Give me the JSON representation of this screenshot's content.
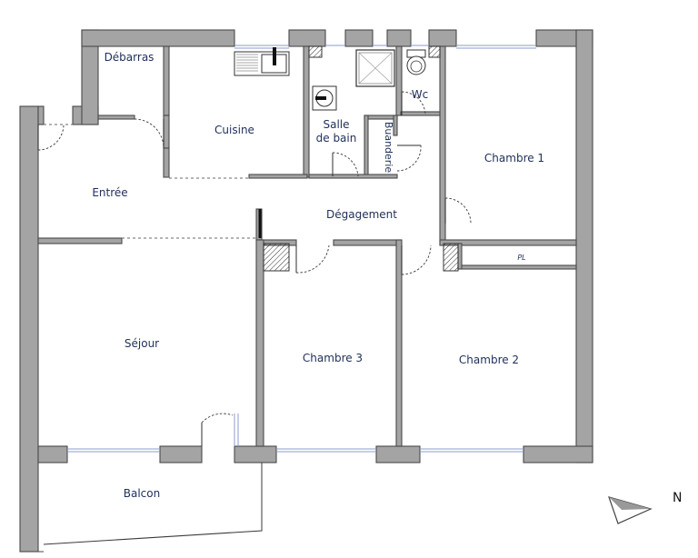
{
  "plan": {
    "rooms": {
      "debarras": "Débarras",
      "cuisine": "Cuisine",
      "salle_de_bain_line1": "Salle",
      "salle_de_bain_line2": "de bain",
      "wc": "Wc",
      "buanderie": "Buanderie",
      "chambre1": "Chambre 1",
      "entree": "Entrée",
      "degagement": "Dégagement",
      "sejour": "Séjour",
      "chambre3": "Chambre 3",
      "chambre2": "Chambre 2",
      "balcon": "Balcon",
      "placard": "PL"
    },
    "north_label": "N"
  }
}
